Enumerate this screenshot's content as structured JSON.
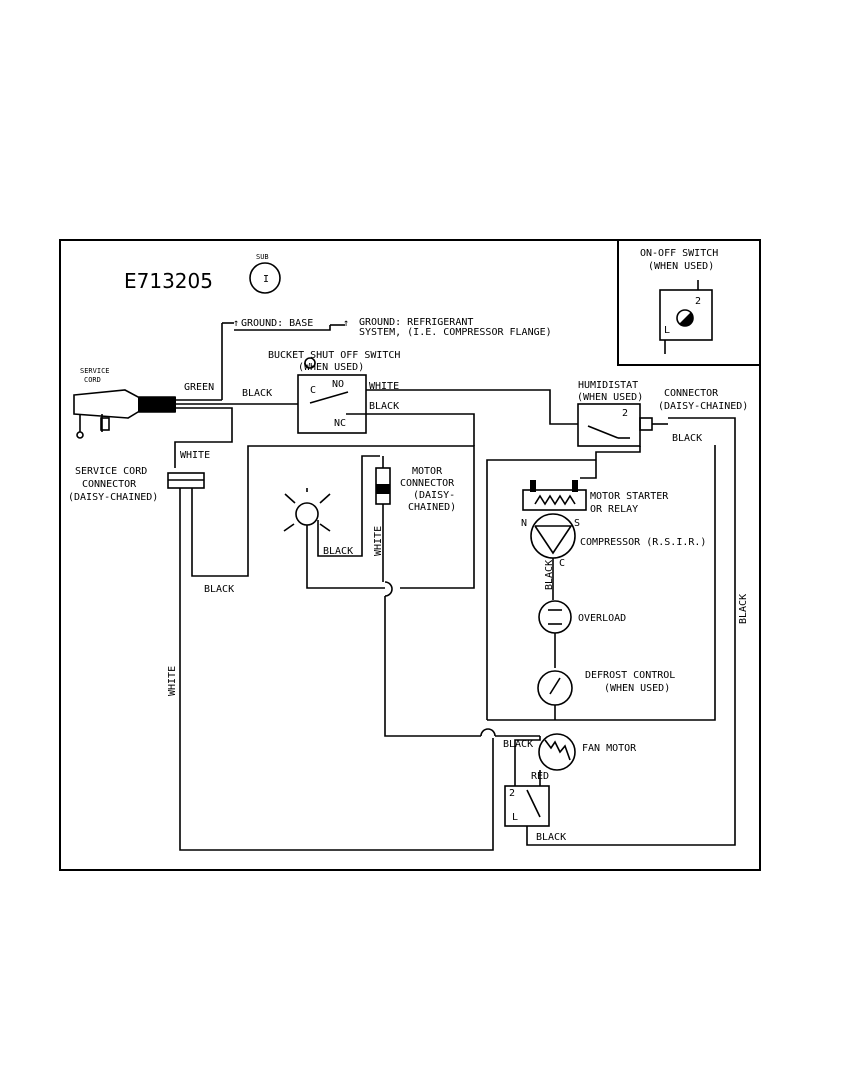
{
  "diagram_id": "E713205",
  "sub": {
    "label": "SUB",
    "number": "I"
  },
  "onoff": {
    "title_1": "ON-OFF SWITCH",
    "title_2": "(WHEN USED)",
    "term_2": "2",
    "term_l": "L"
  },
  "ground": {
    "base": "GROUND: BASE",
    "refrig_1": "GROUND: REFRIGERANT",
    "refrig_2": "SYSTEM, (I.E. COMPRESSOR FLANGE)"
  },
  "bucket": {
    "title_1": "BUCKET SHUT OFF SWITCH",
    "title_2": "(WHEN USED)",
    "c": "C",
    "no": "NO",
    "nc": "NC"
  },
  "service_cord": {
    "line1": "SERVICE",
    "line2": "CORD"
  },
  "service_connector": {
    "line1": "SERVICE CORD",
    "line2": "CONNECTOR",
    "line3": "(DAISY-CHAINED)"
  },
  "motor_connector": {
    "line1": "MOTOR",
    "line2": "CONNECTOR",
    "line3": "(DAISY-",
    "line4": "CHAINED)"
  },
  "humidistat": {
    "line1": "HUMIDISTAT",
    "line2": "(WHEN USED)",
    "term": "2"
  },
  "connector": {
    "line1": "CONNECTOR",
    "line2": "(DAISY-CHAINED)"
  },
  "starter": {
    "line1": "MOTOR STARTER",
    "line2": "OR RELAY"
  },
  "compressor": {
    "label": "COMPRESSOR (R.S.I.R.)",
    "n": "N",
    "s": "S",
    "c": "C"
  },
  "overload": "OVERLOAD",
  "defrost": {
    "line1": "DEFROST CONTROL",
    "line2": "(WHEN USED)"
  },
  "fan": "FAN MOTOR",
  "fan_switch": {
    "term_2": "2",
    "term_l": "L"
  },
  "wires": {
    "green": "GREEN",
    "black_top": "BLACK",
    "white_no": "WHITE",
    "black_nc": "BLACK",
    "white_conn": "WHITE",
    "black_lamp": "BLACK",
    "white_motor": "WHITE",
    "black_bottom": "BLACK",
    "white_left": "WHITE",
    "black_hum": "BLACK",
    "black_comp": "BLACK",
    "black_right": "BLACK",
    "black_fan": "BLACK",
    "red_fan": "RED",
    "black_fan_bottom": "BLACK"
  }
}
